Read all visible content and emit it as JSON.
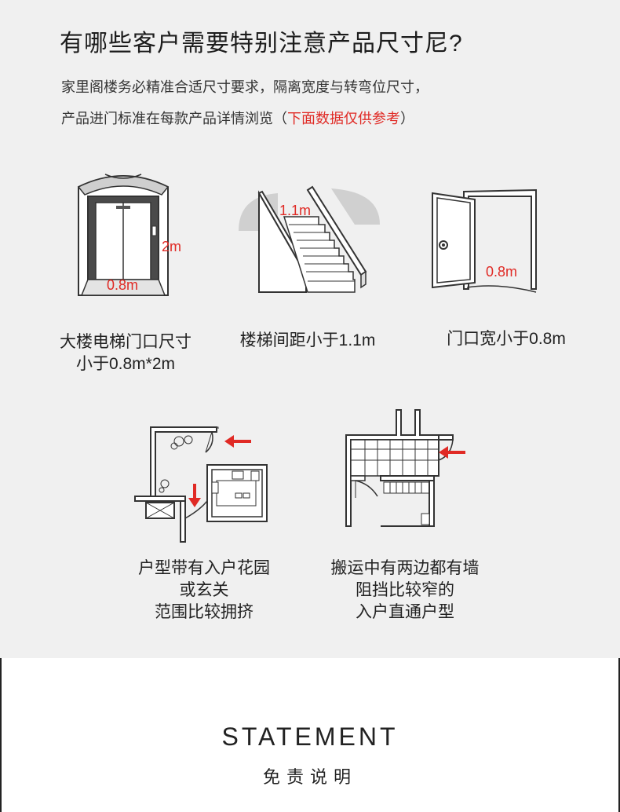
{
  "header": {
    "title": "有哪些客户需要特别注意产品尺寸尼?",
    "intro_line1": "家里阁楼务必精准合适尺寸要求，隔离宽度与转弯位尺寸，",
    "intro_line2_prefix": "产品进门标准在每款产品详情浏览（",
    "intro_line2_highlight": "下面数据仅供参考",
    "intro_line2_suffix": "）"
  },
  "cases": [
    {
      "caption_line1": "大楼电梯门口尺寸",
      "caption_line2": "小于0.8m*2m",
      "label_height": "2m",
      "label_width": "0.8m",
      "icon": "elevator-icon"
    },
    {
      "caption_line1": "楼梯间距小于1.1m",
      "label_width": "1.1m",
      "icon": "staircase-icon"
    },
    {
      "caption_line1": "门口宽小于0.8m",
      "label_width": "0.8m",
      "icon": "door-icon"
    },
    {
      "caption_line1": "户型带有入户花园",
      "caption_line2": "或玄关",
      "caption_line3": "范围比较拥挤",
      "icon": "garden-floorplan-icon"
    },
    {
      "caption_line1": "搬运中有两边都有墙",
      "caption_line2": "阻挡比较窄的",
      "caption_line3": "入户直通户型",
      "icon": "corridor-floorplan-icon"
    }
  ],
  "statement": {
    "title": "STATEMENT",
    "subtitle": "免责说明"
  },
  "colors": {
    "accent": "#e02a25",
    "background": "#f0f0f0"
  }
}
